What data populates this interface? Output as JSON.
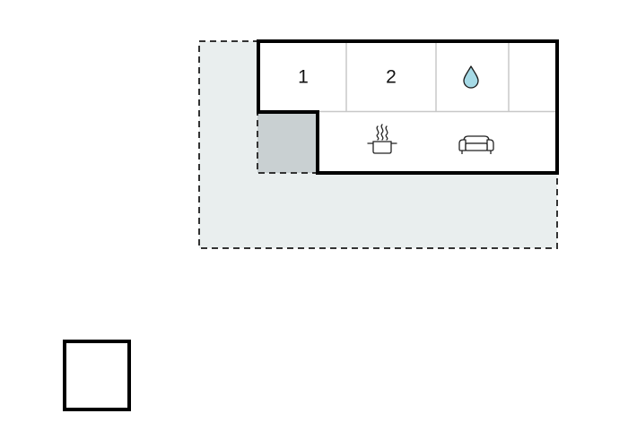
{
  "floorplan": {
    "rooms": [
      {
        "label": "1",
        "kind": "bedroom"
      },
      {
        "label": "2",
        "kind": "bedroom"
      },
      {
        "label": "",
        "kind": "bathroom",
        "icon": "water-drop-icon"
      },
      {
        "label": "",
        "kind": "storage"
      },
      {
        "label": "",
        "kind": "kitchen-living",
        "icons": [
          "cooking-pot-icon",
          "sofa-icon"
        ]
      }
    ],
    "icons": {
      "bathroom": "water-drop-icon",
      "kitchen": "cooking-pot-icon",
      "living": "sofa-icon"
    },
    "legend": {
      "symbol": "compass-square"
    },
    "colors": {
      "wall": "#000000",
      "terrace_fill": "#e9eeee",
      "terrace_border": "#333333",
      "entrance_fill": "#c9d0d2",
      "water_drop": "#a6dae6",
      "icon_stroke": "#222222",
      "interior_line": "#c8c8c8"
    }
  }
}
